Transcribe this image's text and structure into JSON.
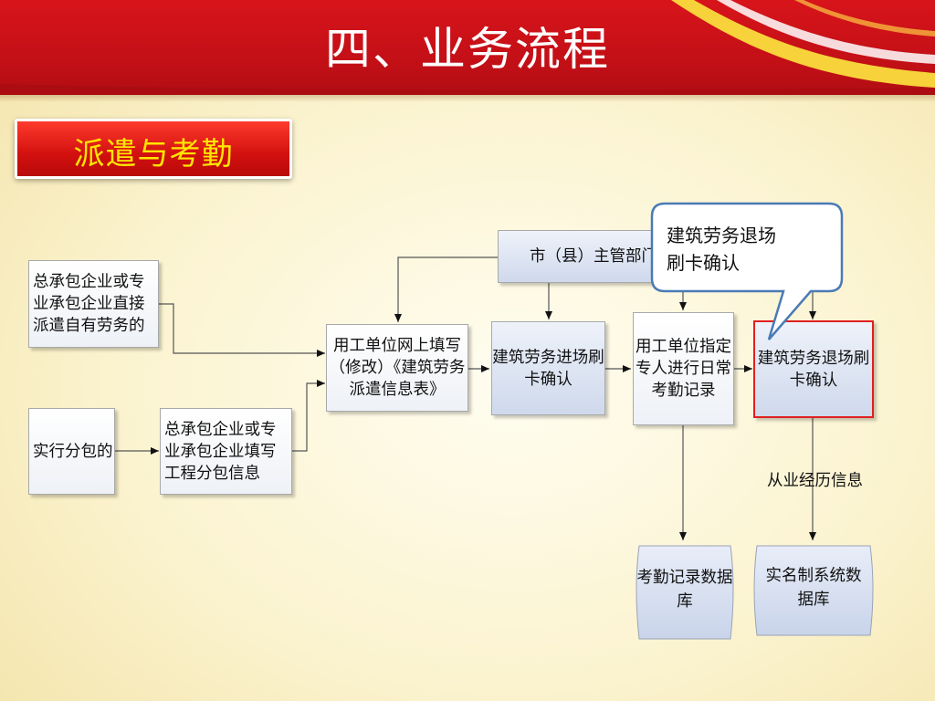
{
  "header": {
    "title": "四、业务流程",
    "subtitle": "派遣与考勤"
  },
  "colors": {
    "header_red": "#c8121a",
    "subtitle_text": "#ffe600",
    "highlight_border": "#e02020",
    "callout_border": "#4a7bb5",
    "node_blue": "#d6deef"
  },
  "nodes": {
    "direct_dispatch": "总承包企业或专业承包企业直接派遣自有劳务的",
    "subcontract": "实行分包的",
    "fill_subcontract": "总承包企业或专业承包企业填写工程分包信息",
    "fill_dispatch_form": "用工单位网上填写（修改）《建筑劳务派遣信息表》",
    "authority": "市（县）主管部门",
    "entry_card": "建筑劳务进场刷卡确认",
    "attendance_record": "用工单位指定专人进行日常考勤记录",
    "exit_card": "建筑劳务退场刷卡确认",
    "attendance_db": "考勤记录数据库",
    "realname_db": "实名制系统数据库"
  },
  "edge_labels": {
    "work_history": "从业经历信息"
  },
  "callout": {
    "line1": "建筑劳务退场",
    "line2": "刷卡确认"
  }
}
